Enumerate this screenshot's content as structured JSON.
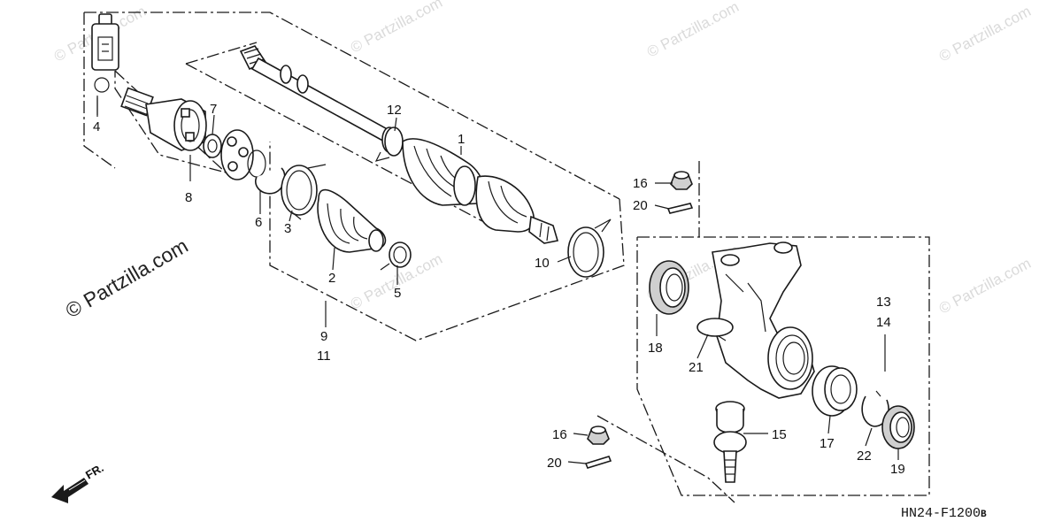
{
  "watermark": {
    "main": "© Partzilla.com",
    "faint": "© Partzilla.com"
  },
  "diagram_code": "HN24-F1200",
  "diagram_code_suffix": "B",
  "front_label": "FR.",
  "callouts": {
    "c1": "1",
    "c2": "2",
    "c3": "3",
    "c4": "4",
    "c5": "5",
    "c6": "6",
    "c7": "7",
    "c8": "8",
    "c9": "9",
    "c10": "10",
    "c11": "11",
    "c12": "12",
    "c13": "13",
    "c14": "14",
    "c15": "15",
    "c16a": "16",
    "c16b": "16",
    "c17": "17",
    "c18": "18",
    "c19": "19",
    "c20a": "20",
    "c20b": "20",
    "c21": "21",
    "c22": "22"
  },
  "icons": {
    "grease_tube": "grease-tube-icon",
    "front_arrow": "front-arrow-icon"
  }
}
